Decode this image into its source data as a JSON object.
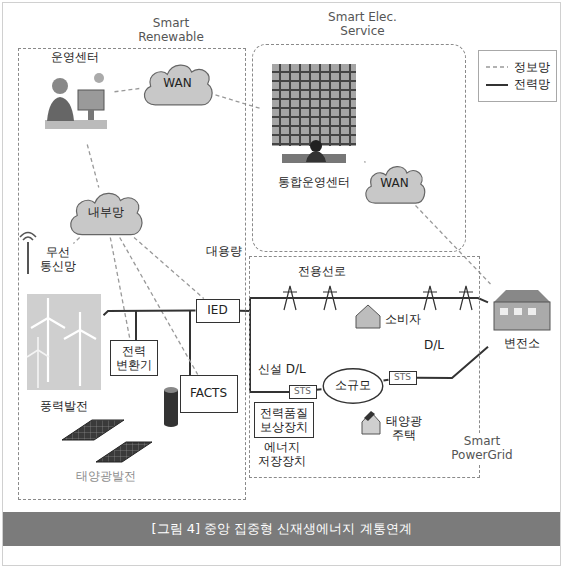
{
  "diagram": {
    "caption": "[그림 4] 중앙 집중형 신재생에너지 계통연계",
    "nodes": [
      {
        "text": [
          "Smart Renewable"
        ]
      },
      {
        "text": [
          "운영센터"
        ],
        "in": 0
      },
      {
        "text": [
          "WAN"
        ],
        "in": 0
      },
      {
        "text": [
          "Smart Elec. Service"
        ]
      },
      {
        "text": [
          "통합운영센터"
        ],
        "in": 3
      },
      {
        "text": [
          "WAN"
        ],
        "in": 3
      },
      {
        "text": [
          "내부망"
        ],
        "in": 0
      },
      {
        "text": [
          "무선 통신망"
        ],
        "in": 0
      },
      {
        "text": [
          "IED"
        ],
        "in": 0
      },
      {
        "text": [
          "풍력발전"
        ],
        "in": 0
      },
      {
        "text": [
          "전력 변환기"
        ],
        "in": 0
      },
      {
        "text": [
          "FACTS"
        ],
        "in": 0
      },
      {
        "text": [
          "태양광발전"
        ],
        "in": 0
      },
      {
        "text": [
          "Smart PowerGrid"
        ]
      },
      {
        "text": [
          "변전소"
        ]
      },
      {
        "text": [
          "STS"
        ],
        "in": 13
      },
      {
        "text": [
          "소규모"
        ],
        "in": 13
      },
      {
        "text": [
          "STS"
        ],
        "in": 13
      },
      {
        "text": [
          "전력품질 보상장치"
        ],
        "in": 13
      }
    ],
    "edges": [
      {
        "from": 1,
        "to": 2,
        "arrow": "none"
      },
      {
        "from": 2,
        "to": 4,
        "arrow": "none"
      },
      {
        "from": 4,
        "to": 5,
        "arrow": "none"
      },
      {
        "from": 5,
        "to": 14,
        "arrow": "none"
      },
      {
        "from": 1,
        "to": 6,
        "arrow": "none"
      },
      {
        "from": 6,
        "to": 7,
        "arrow": "none"
      },
      {
        "from": 6,
        "to": 8,
        "arrow": "none"
      },
      {
        "from": 6,
        "to": 10,
        "arrow": "none"
      },
      {
        "from": 6,
        "to": 11,
        "arrow": "none"
      },
      {
        "from": 9,
        "to": 8,
        "arrow": "none"
      },
      {
        "from": 8,
        "to": 14,
        "arrow": "none"
      },
      {
        "from": 15,
        "to": 16,
        "arrow": "none"
      },
      {
        "from": 16,
        "to": 17,
        "arrow": "none"
      },
      {
        "from": 17,
        "to": 14,
        "arrow": "none"
      }
    ],
    "labels": [
      "대용량",
      "전용선로",
      "소비자",
      "D/L",
      "신설 D/L",
      "에너지 저장장치",
      "태양광 주택"
    ],
    "legend": [
      {
        "text": "정보망"
      },
      {
        "text": "전력망"
      }
    ]
  }
}
